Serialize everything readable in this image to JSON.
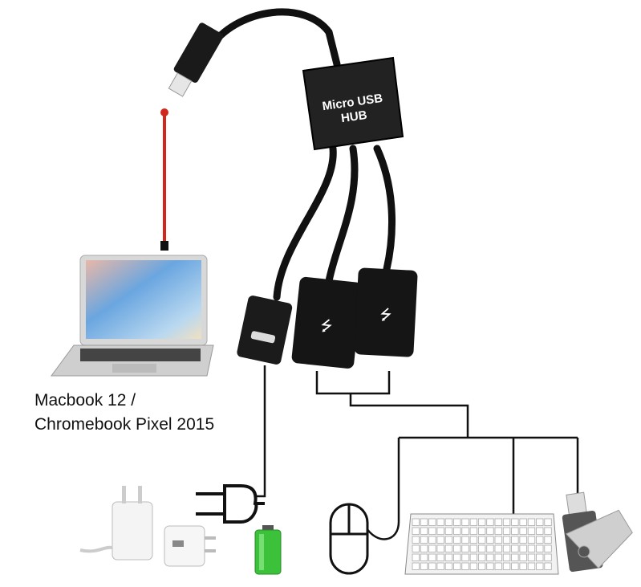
{
  "hub": {
    "line1": "Micro USB",
    "line2": "HUB"
  },
  "device_label": {
    "line1": "Macbook 12 /",
    "line2": "Chromebook Pixel 2015"
  },
  "colors": {
    "cable": "#111111",
    "adapter_line": "#d0281c",
    "battery": "#3cc23a",
    "background": "#ffffff"
  }
}
